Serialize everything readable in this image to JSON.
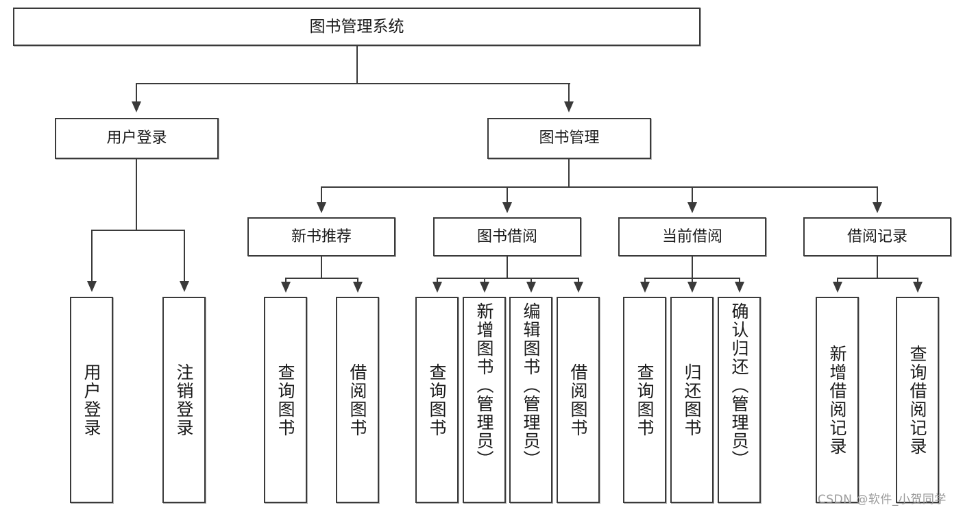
{
  "diagram": {
    "type": "tree-hierarchy-chart",
    "title": "图书管理系统",
    "root": {
      "label": "图书管理系统"
    },
    "level2": [
      {
        "id": "user-login",
        "label": "用户登录"
      },
      {
        "id": "book-management",
        "label": "图书管理"
      }
    ],
    "level3": [
      {
        "id": "new-book-recommend",
        "label": "新书推荐"
      },
      {
        "id": "book-borrow",
        "label": "图书借阅"
      },
      {
        "id": "current-borrow",
        "label": "当前借阅"
      },
      {
        "id": "borrow-record",
        "label": "借阅记录"
      }
    ],
    "leaves": {
      "user_login": [
        {
          "id": "leaf-user-login",
          "label": "用户登录"
        },
        {
          "id": "leaf-logout-login",
          "label": "注销登录"
        }
      ],
      "new_book_recommend": [
        {
          "id": "leaf-query-book-1",
          "label": "查询图书"
        },
        {
          "id": "leaf-borrow-book-1",
          "label": "借阅图书"
        }
      ],
      "book_borrow": [
        {
          "id": "leaf-query-book-2",
          "label": "查询图书"
        },
        {
          "id": "leaf-add-book",
          "label": "新增图书（管理员）"
        },
        {
          "id": "leaf-edit-book",
          "label": "编辑图书（管理员）"
        },
        {
          "id": "leaf-borrow-book-2",
          "label": "借阅图书"
        }
      ],
      "current_borrow": [
        {
          "id": "leaf-query-book-3",
          "label": "查询图书"
        },
        {
          "id": "leaf-return-book",
          "label": "归还图书"
        },
        {
          "id": "leaf-confirm-return",
          "label": "确认归还（管理员）"
        }
      ],
      "borrow_record": [
        {
          "id": "leaf-add-record",
          "label": "新增借阅记录"
        },
        {
          "id": "leaf-query-record",
          "label": "查询借阅记录"
        }
      ]
    }
  },
  "watermark": {
    "text": "CSDN @软件_小贺同学"
  },
  "colors": {
    "stroke": "#3a3a3a",
    "fill": "#ffffff",
    "text": "#1a1a1a",
    "watermark": "#9a9a9a"
  }
}
